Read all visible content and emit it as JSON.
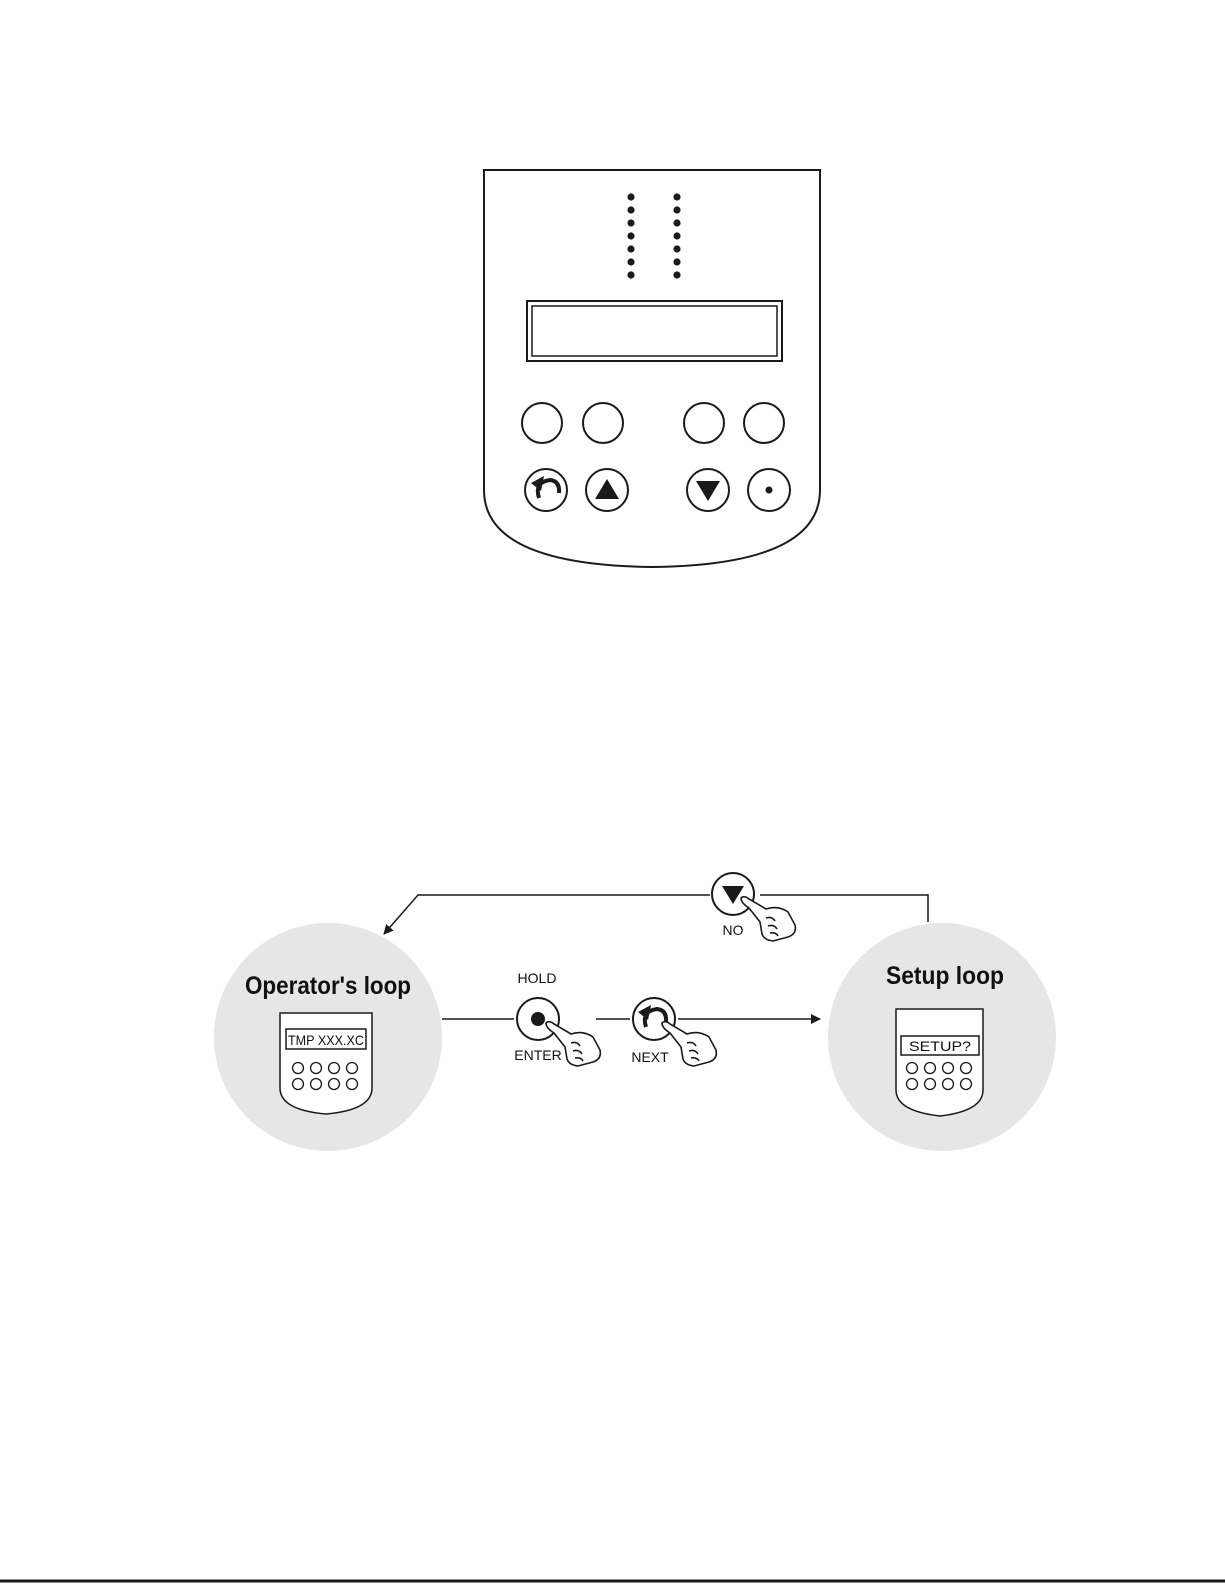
{
  "colors": {
    "stroke": "#1a1a1a",
    "loop_circle_fill": "#e6e6e6",
    "background": "#ffffff"
  },
  "keypad": {
    "led_columns": 2,
    "leds_per_column": 7,
    "upper_buttons": 4,
    "lower_buttons": [
      {
        "icon": "return-arrow-icon"
      },
      {
        "icon": "up-triangle-icon"
      },
      {
        "icon": "down-triangle-icon"
      },
      {
        "icon": "dot-icon"
      }
    ]
  },
  "diagram": {
    "operator_loop": {
      "title": "Operator's loop",
      "display_text": "TMP XXX.XC"
    },
    "setup_loop": {
      "title": "Setup loop",
      "display_text": "SETUP?"
    },
    "no_button_label": "NO",
    "hold_label": "HOLD",
    "enter_label": "ENTER",
    "next_label": "NEXT"
  }
}
